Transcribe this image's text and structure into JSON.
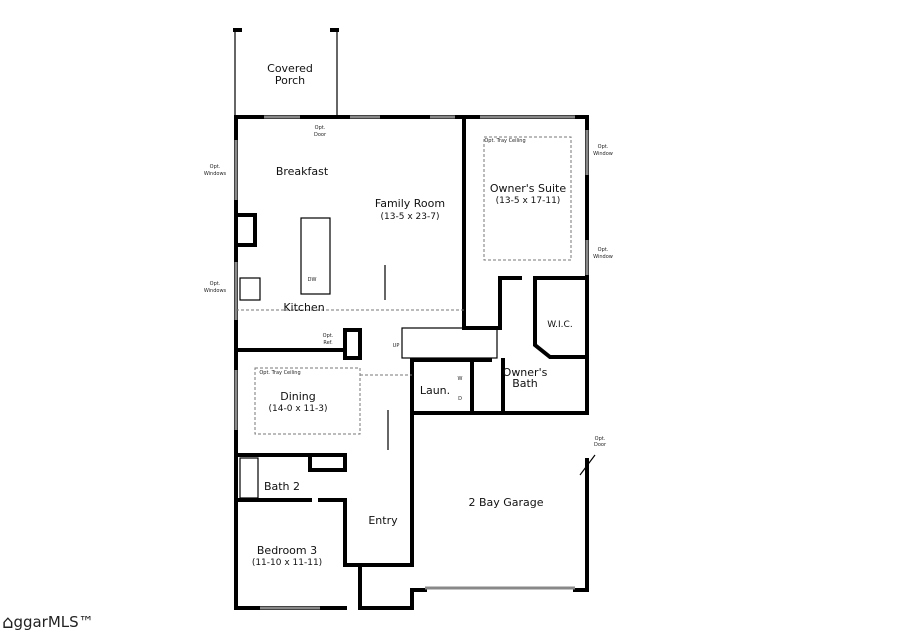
{
  "rooms": {
    "covered_porch": {
      "line1": "Covered",
      "line2": "Porch"
    },
    "breakfast": "Breakfast",
    "family_room": {
      "name": "Family Room",
      "dims": "(13-5 x 23-7)"
    },
    "owners_suite": {
      "name": "Owner's Suite",
      "dims": "(13-5 x 17-11)"
    },
    "kitchen": "Kitchen",
    "wic": "W.I.C.",
    "owners_bath": {
      "line1": "Owner's",
      "line2": "Bath"
    },
    "laundry": "Laun.",
    "dining": {
      "name": "Dining",
      "dims": "(14-0 x 11-3)"
    },
    "bath2": "Bath 2",
    "entry": "Entry",
    "garage": "2 Bay Garage",
    "bedroom3": {
      "name": "Bedroom 3",
      "dims": "(11-10 x 11-11)"
    }
  },
  "notes": {
    "opt": "Opt.",
    "door": "Door",
    "windows": "Windows",
    "window": "Window",
    "tray_ceiling": "Opt. Tray Ceiling",
    "ref": "Ref.",
    "dw": "DW",
    "up": "UP",
    "w": "W",
    "d": "D"
  },
  "logo": {
    "text": "ggarMLS™"
  }
}
